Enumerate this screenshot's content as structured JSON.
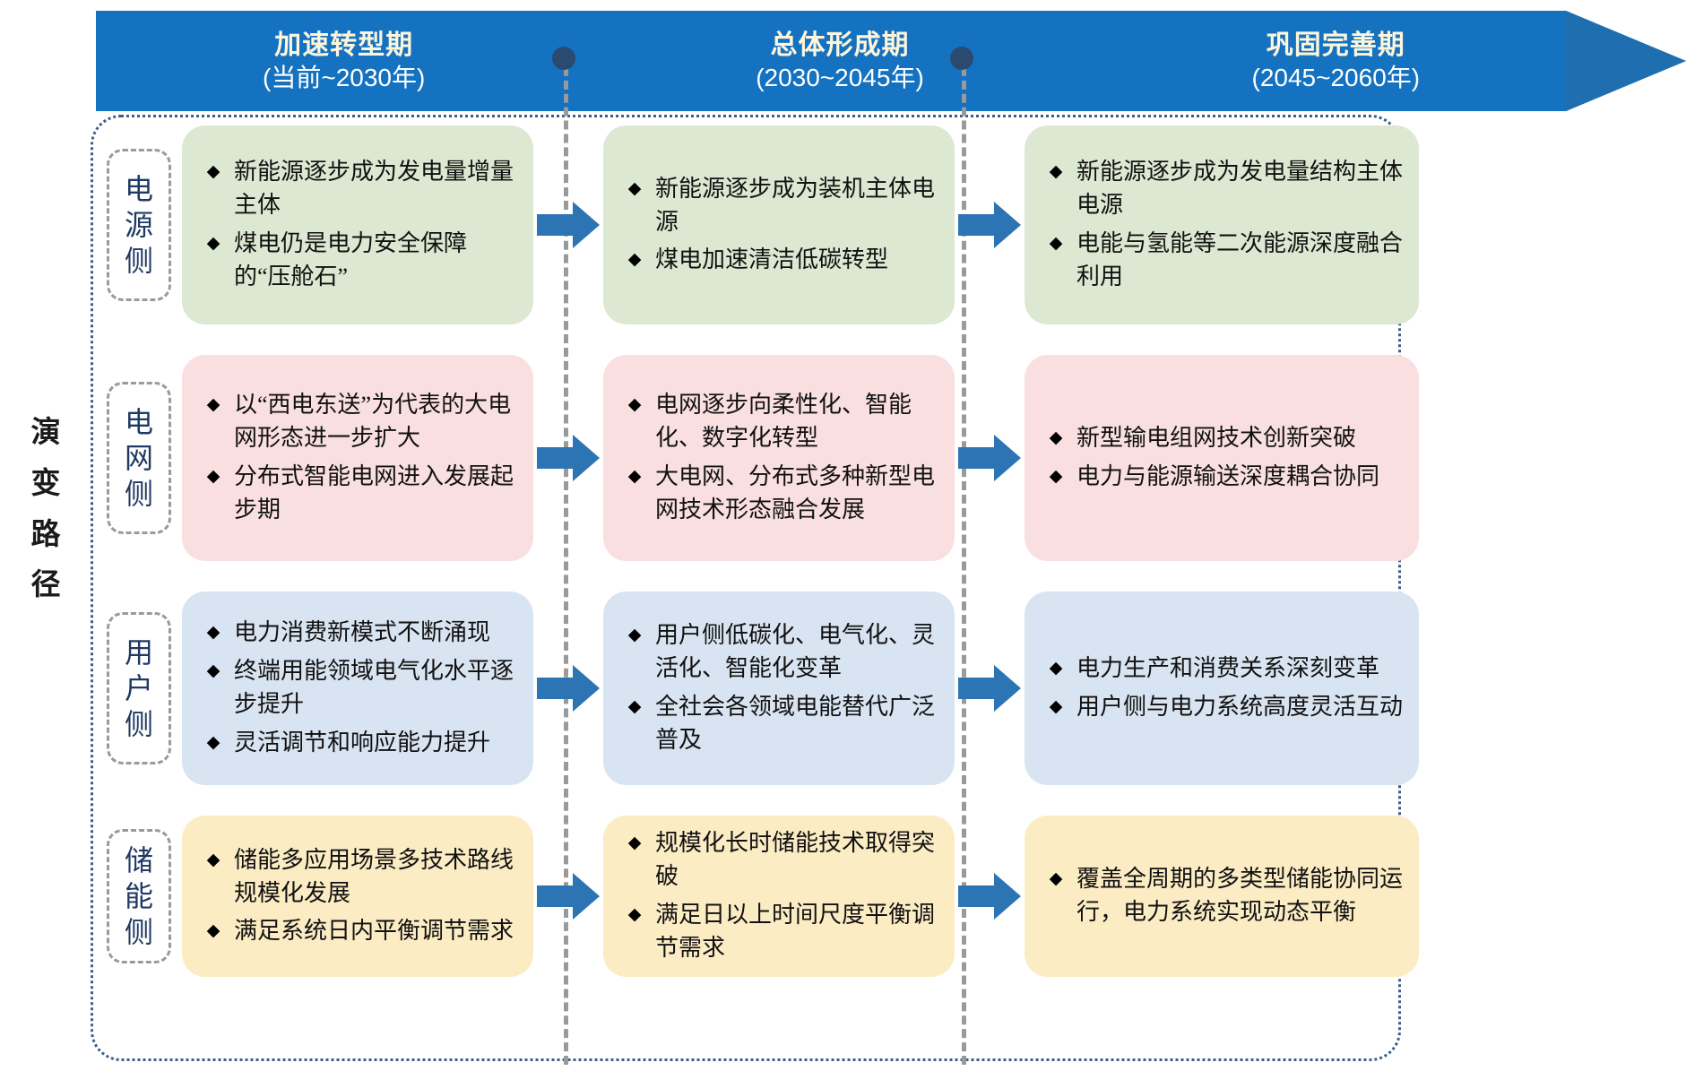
{
  "axis_label": "演变路径",
  "header": {
    "phases": [
      {
        "title": "加速转型期",
        "range": "(当前~2030年)"
      },
      {
        "title": "总体形成期",
        "range": "(2030~2045年)"
      },
      {
        "title": "巩固完善期",
        "range": "(2045~2060年)"
      }
    ]
  },
  "colors": {
    "banner": "#1572c0",
    "row_power": "#dde8d2",
    "row_grid": "#fadfe0",
    "row_user": "#d8e4f1",
    "row_storage": "#fcecc4",
    "arrow": "#2d74b5",
    "dotted_border": "#3a5f8a",
    "badge_text": "#1f3a63",
    "phase_title": "#fdf5dc"
  },
  "icons": {
    "bullet": "◆",
    "arrow": "right-arrow-icon",
    "timeline_marker": "timeline-dot-icon"
  },
  "rows": [
    {
      "key": "power-side",
      "label": "电源侧",
      "cells": [
        {
          "bullets": [
            "新能源逐步成为发电量增量主体",
            "煤电仍是电力安全保障的“压舱石”"
          ]
        },
        {
          "bullets": [
            "新能源逐步成为装机主体电源",
            "煤电加速清洁低碳转型"
          ]
        },
        {
          "bullets": [
            "新能源逐步成为发电量结构主体电源",
            "电能与氢能等二次能源深度融合利用"
          ]
        }
      ]
    },
    {
      "key": "grid-side",
      "label": "电网侧",
      "cells": [
        {
          "bullets": [
            "以“西电东送”为代表的大电网形态进一步扩大",
            "分布式智能电网进入发展起步期"
          ]
        },
        {
          "bullets": [
            "电网逐步向柔性化、智能化、数字化转型",
            "大电网、分布式多种新型电网技术形态融合发展"
          ]
        },
        {
          "bullets": [
            "新型输电组网技术创新突破",
            "电力与能源输送深度耦合协同"
          ]
        }
      ]
    },
    {
      "key": "user-side",
      "label": "用户侧",
      "cells": [
        {
          "bullets": [
            "电力消费新模式不断涌现",
            "终端用能领域电气化水平逐步提升",
            "灵活调节和响应能力提升"
          ]
        },
        {
          "bullets": [
            "用户侧低碳化、电气化、灵活化、智能化变革",
            "全社会各领域电能替代广泛普及"
          ]
        },
        {
          "bullets": [
            "电力生产和消费关系深刻变革",
            "用户侧与电力系统高度灵活互动"
          ]
        }
      ]
    },
    {
      "key": "storage-side",
      "label": "储能侧",
      "cells": [
        {
          "bullets": [
            "储能多应用场景多技术路线规模化发展",
            "满足系统日内平衡调节需求"
          ]
        },
        {
          "bullets": [
            "规模化长时储能技术取得突破",
            "满足日以上时间尺度平衡调节需求"
          ]
        },
        {
          "bullets": [
            "覆盖全周期的多类型储能协同运行，电力系统实现动态平衡"
          ]
        }
      ]
    }
  ]
}
